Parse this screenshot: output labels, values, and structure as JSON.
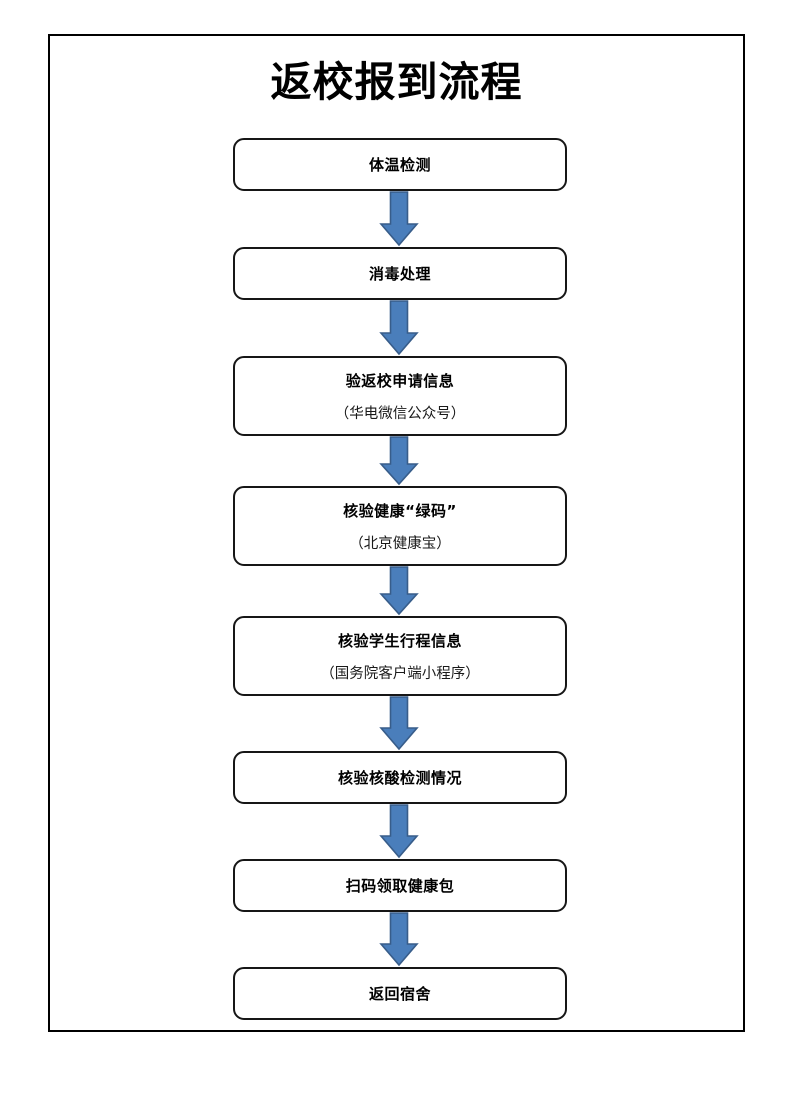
{
  "document": {
    "title": "返校报到流程",
    "frame": {
      "border_color": "#000000"
    }
  },
  "colors": {
    "arrow_fill": "#4A7EBB",
    "arrow_stroke": "#385D8A",
    "box_stroke": "#161616",
    "text": "#000000",
    "page_background": "#FFFFFF"
  },
  "chart_data": {
    "type": "diagram",
    "subtype": "vertical-flowchart",
    "title": "返校报到流程",
    "orientation": "top-to-bottom",
    "node_count": 8,
    "connector_count": 7,
    "connector_style": "blue-block-arrow-down",
    "nodes": [
      {
        "index": 1,
        "title": "体温检测",
        "subtitle": ""
      },
      {
        "index": 2,
        "title": "消毒处理",
        "subtitle": ""
      },
      {
        "index": 3,
        "title": "验返校申请信息",
        "subtitle": "（华电微信公众号）"
      },
      {
        "index": 4,
        "title": "核验健康“绿码”",
        "subtitle": "（北京健康宝）"
      },
      {
        "index": 5,
        "title": "核验学生行程信息",
        "subtitle": "（国务院客户端小程序）"
      },
      {
        "index": 6,
        "title": "核验核酸检测情况",
        "subtitle": ""
      },
      {
        "index": 7,
        "title": "扫码领取健康包",
        "subtitle": ""
      },
      {
        "index": 8,
        "title": "返回宿舍",
        "subtitle": ""
      }
    ]
  },
  "flow": {
    "steps": [
      {
        "title": "体温检测",
        "subtitle": ""
      },
      {
        "title": "消毒处理",
        "subtitle": ""
      },
      {
        "title": "验返校申请信息",
        "subtitle": "（华电微信公众号）"
      },
      {
        "title": "核验健康“绿码”",
        "subtitle": "（北京健康宝）"
      },
      {
        "title": "核验学生行程信息",
        "subtitle": "（国务院客户端小程序）"
      },
      {
        "title": "核验核酸检测情况",
        "subtitle": ""
      },
      {
        "title": "扫码领取健康包",
        "subtitle": ""
      },
      {
        "title": "返回宿舍",
        "subtitle": ""
      }
    ]
  }
}
